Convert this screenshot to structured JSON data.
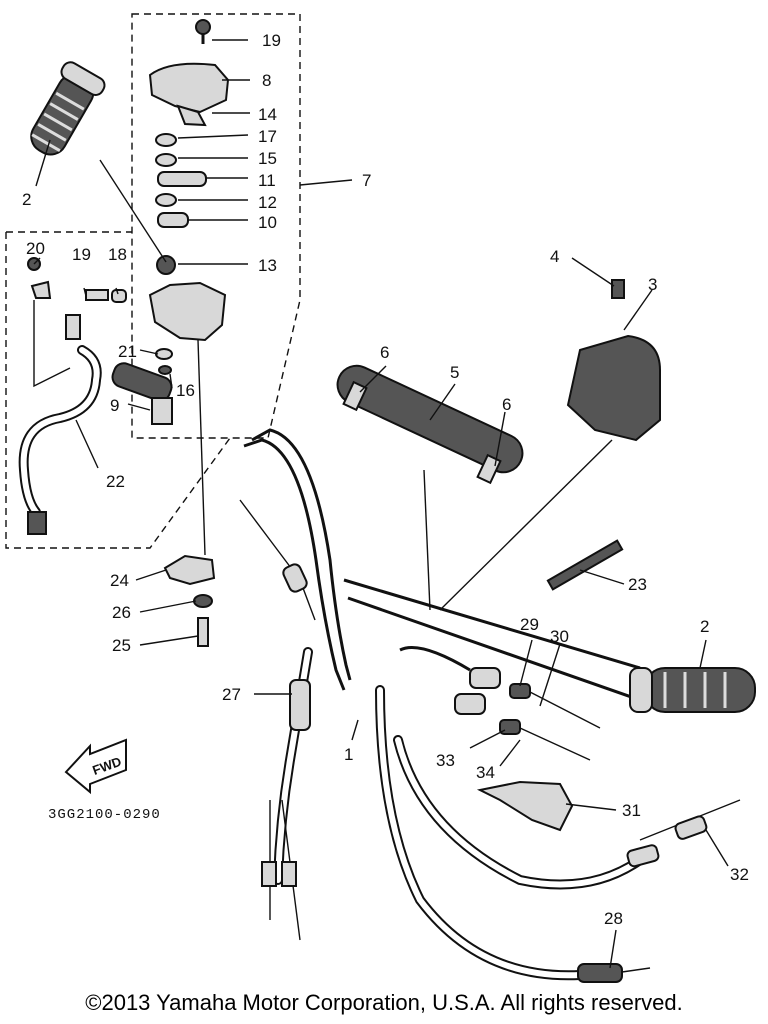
{
  "callouts": [
    {
      "id": "c19a",
      "text": "19"
    },
    {
      "id": "c8",
      "text": "8"
    },
    {
      "id": "c14",
      "text": "14"
    },
    {
      "id": "c17",
      "text": "17"
    },
    {
      "id": "c15",
      "text": "15"
    },
    {
      "id": "c11",
      "text": "11"
    },
    {
      "id": "c12",
      "text": "12"
    },
    {
      "id": "c10",
      "text": "10"
    },
    {
      "id": "c13",
      "text": "13"
    },
    {
      "id": "c7",
      "text": "7"
    },
    {
      "id": "c2a",
      "text": "2"
    },
    {
      "id": "c20",
      "text": "20"
    },
    {
      "id": "c19b",
      "text": "19"
    },
    {
      "id": "c18",
      "text": "18"
    },
    {
      "id": "c21",
      "text": "21"
    },
    {
      "id": "c16",
      "text": "16"
    },
    {
      "id": "c9",
      "text": "9"
    },
    {
      "id": "c22",
      "text": "22"
    },
    {
      "id": "c4",
      "text": "4"
    },
    {
      "id": "c3",
      "text": "3"
    },
    {
      "id": "c6a",
      "text": "6"
    },
    {
      "id": "c5",
      "text": "5"
    },
    {
      "id": "c6b",
      "text": "6"
    },
    {
      "id": "c23",
      "text": "23"
    },
    {
      "id": "c24",
      "text": "24"
    },
    {
      "id": "c26",
      "text": "26"
    },
    {
      "id": "c25",
      "text": "25"
    },
    {
      "id": "c27",
      "text": "27"
    },
    {
      "id": "c1",
      "text": "1"
    },
    {
      "id": "c29",
      "text": "29"
    },
    {
      "id": "c30",
      "text": "30"
    },
    {
      "id": "c2b",
      "text": "2"
    },
    {
      "id": "c33",
      "text": "33"
    },
    {
      "id": "c34",
      "text": "34"
    },
    {
      "id": "c31",
      "text": "31"
    },
    {
      "id": "c32",
      "text": "32"
    },
    {
      "id": "c28",
      "text": "28"
    }
  ],
  "fwd_label": "FWD",
  "diagram_code": "3GG2100-0290",
  "copyright": "©2013 Yamaha Motor Corporation, U.S.A. All rights reserved."
}
